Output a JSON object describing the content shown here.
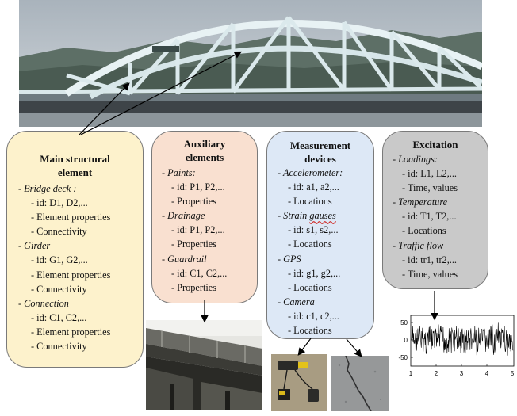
{
  "boxes": {
    "main": {
      "title_line1": "Main structural",
      "title_line2": "element",
      "lines": [
        {
          "text": "-   Bridge deck :",
          "style": "it",
          "indent": 14
        },
        {
          "text": "- id: D1, D2,...",
          "style": "",
          "indent": 30
        },
        {
          "text": "- Element properties",
          "style": "",
          "indent": 30
        },
        {
          "text": "- Connectivity",
          "style": "",
          "indent": 30
        },
        {
          "text": "- Girder",
          "style": "it",
          "indent": 14
        },
        {
          "text": "- id: G1, G2,...",
          "style": "",
          "indent": 30
        },
        {
          "text": "- Element properties",
          "style": "",
          "indent": 30
        },
        {
          "text": "- Connectivity",
          "style": "",
          "indent": 30
        },
        {
          "text": "- Connection",
          "style": "it",
          "indent": 14
        },
        {
          "text": "- id: C1, C2,...",
          "style": "",
          "indent": 30
        },
        {
          "text": "- Element properties",
          "style": "",
          "indent": 30
        },
        {
          "text": "- Connectivity",
          "style": "",
          "indent": 30
        }
      ]
    },
    "aux": {
      "title_line1": "Auxiliary",
      "title_line2": "elements",
      "lines": [
        {
          "text": "- Paints:",
          "style": "it",
          "indent": 12
        },
        {
          "text": "- id: P1, P2,...",
          "style": "",
          "indent": 24
        },
        {
          "text": "- Properties",
          "style": "",
          "indent": 24
        },
        {
          "text": "- Drainage",
          "style": "it",
          "indent": 12
        },
        {
          "text": "- id: P1, P2,...",
          "style": "",
          "indent": 24
        },
        {
          "text": "- Properties",
          "style": "",
          "indent": 24
        },
        {
          "text": "- Guardrail",
          "style": "it",
          "indent": 12
        },
        {
          "text": "- id: C1, C2,...",
          "style": "",
          "indent": 24
        },
        {
          "text": "- Properties",
          "style": "",
          "indent": 24
        }
      ]
    },
    "meas": {
      "title_line1": "Measurement",
      "title_line2": "devices",
      "lines": [
        {
          "text": "- Accelerometer:",
          "style": "it",
          "indent": 13
        },
        {
          "text": "- id: a1, a2,...",
          "style": "",
          "indent": 26
        },
        {
          "text": "- Locations",
          "style": "",
          "indent": 26
        },
        {
          "text": "- Strain ",
          "style": "it",
          "indent": 13,
          "wavy": "gauses"
        },
        {
          "text": "- id: s1, s2,...",
          "style": "",
          "indent": 26
        },
        {
          "text": "- Locations",
          "style": "",
          "indent": 26
        },
        {
          "text": "- GPS",
          "style": "it",
          "indent": 13
        },
        {
          "text": "- id: g1, g2,...",
          "style": "",
          "indent": 26
        },
        {
          "text": "- Locations",
          "style": "",
          "indent": 26
        },
        {
          "text": "- Camera",
          "style": "it",
          "indent": 13
        },
        {
          "text": "- id: c1, c2,...",
          "style": "",
          "indent": 26
        },
        {
          "text": "- Locations",
          "style": "",
          "indent": 26
        }
      ]
    },
    "exc": {
      "title_line1": "Excitation",
      "lines": [
        {
          "text": "- Loadings:",
          "style": "it",
          "indent": 12
        },
        {
          "text": "- id: L1, L2,...",
          "style": "",
          "indent": 24
        },
        {
          "text": "- Time, values",
          "style": "",
          "indent": 24
        },
        {
          "text": "- Temperature",
          "style": "it",
          "indent": 12
        },
        {
          "text": "- id: T1, T2,...",
          "style": "",
          "indent": 24
        },
        {
          "text": "- Locations",
          "style": "",
          "indent": 24
        },
        {
          "text": "- Traffic flow",
          "style": "it",
          "indent": 12
        },
        {
          "text": "- id: tr1, tr2,...",
          "style": "",
          "indent": 24
        },
        {
          "text": "- Time, values",
          "style": "",
          "indent": 24
        }
      ]
    }
  },
  "colors": {
    "main_fill": "#fdf2cc",
    "aux_fill": "#f9e0d0",
    "meas_fill": "#dde8f6",
    "exc_fill": "#c9c9c9",
    "border": "#7a7a7a"
  },
  "signal_plot": {
    "y_ticks": [
      "50",
      "0",
      "-50"
    ],
    "x_ticks": [
      "1",
      "2",
      "3",
      "4",
      "5"
    ]
  }
}
